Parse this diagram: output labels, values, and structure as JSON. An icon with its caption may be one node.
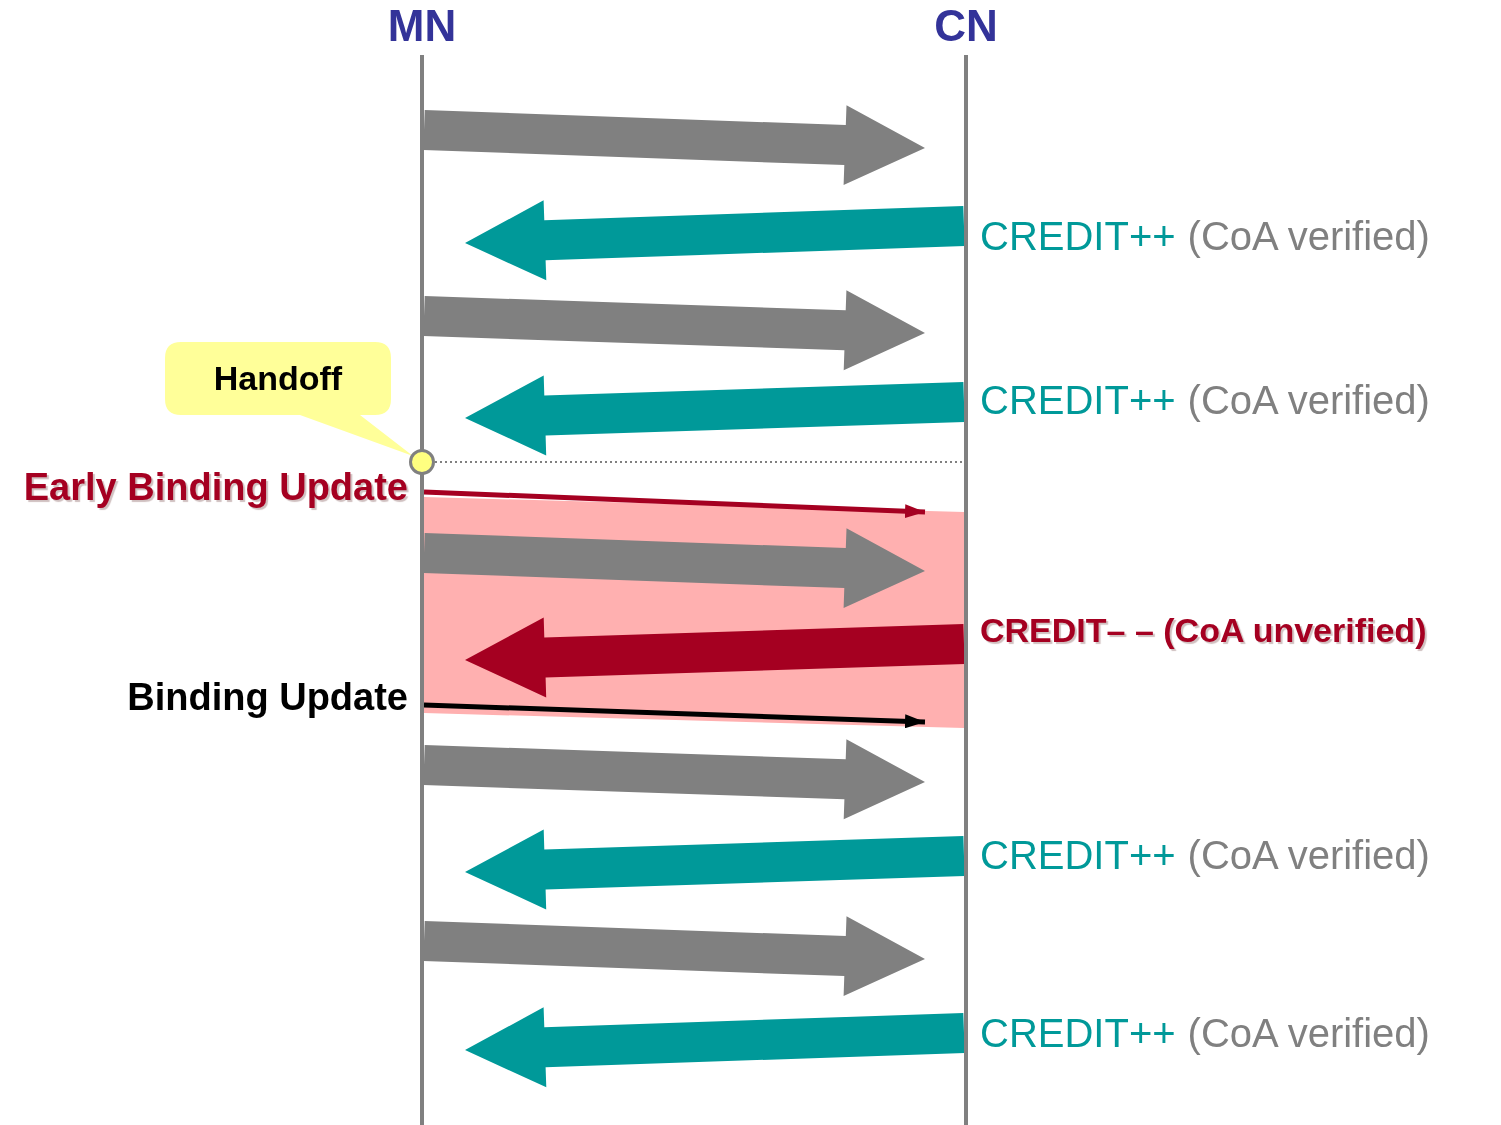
{
  "diagram": {
    "nodes": [
      {
        "text": [
          "MN"
        ]
      },
      {
        "text": [
          "CN"
        ]
      },
      {
        "text": [
          "Handoff"
        ]
      },
      {
        "text": [],
        "shape": "circle"
      }
    ],
    "edges": [
      {
        "from": 0,
        "to": 1,
        "arrow": "to",
        "style": "thick"
      },
      {
        "from": 1,
        "to": 0,
        "arrow": "to",
        "style": "thick",
        "color": "#009999"
      },
      {
        "from": 0,
        "to": 1,
        "arrow": "to",
        "style": "thick"
      },
      {
        "from": 1,
        "to": 0,
        "arrow": "to",
        "style": "thick",
        "color": "#009999"
      },
      {
        "from": 3,
        "to": 1,
        "arrow": "none",
        "style": "dashed"
      },
      {
        "from": 0,
        "to": 1,
        "arrow": "to",
        "color": "#a50021"
      },
      {
        "from": 0,
        "to": 1,
        "arrow": "to",
        "style": "thick"
      },
      {
        "from": 1,
        "to": 0,
        "arrow": "to",
        "style": "thick",
        "color": "#a50021"
      },
      {
        "from": 0,
        "to": 1,
        "arrow": "to",
        "color": "#000000"
      },
      {
        "from": 0,
        "to": 1,
        "arrow": "to",
        "style": "thick"
      },
      {
        "from": 1,
        "to": 0,
        "arrow": "to",
        "style": "thick",
        "color": "#009999"
      },
      {
        "from": 0,
        "to": 1,
        "arrow": "to",
        "style": "thick"
      },
      {
        "from": 1,
        "to": 0,
        "arrow": "to",
        "style": "thick",
        "color": "#009999"
      }
    ],
    "labels": [
      "CREDIT++",
      "(CoA verified)",
      "CREDIT++",
      "(CoA verified)",
      "Early Binding Update",
      "CREDIT– – (CoA unverified)",
      "Binding Update",
      "CREDIT++",
      "(CoA verified)",
      "CREDIT++",
      "(CoA verified)"
    ]
  }
}
